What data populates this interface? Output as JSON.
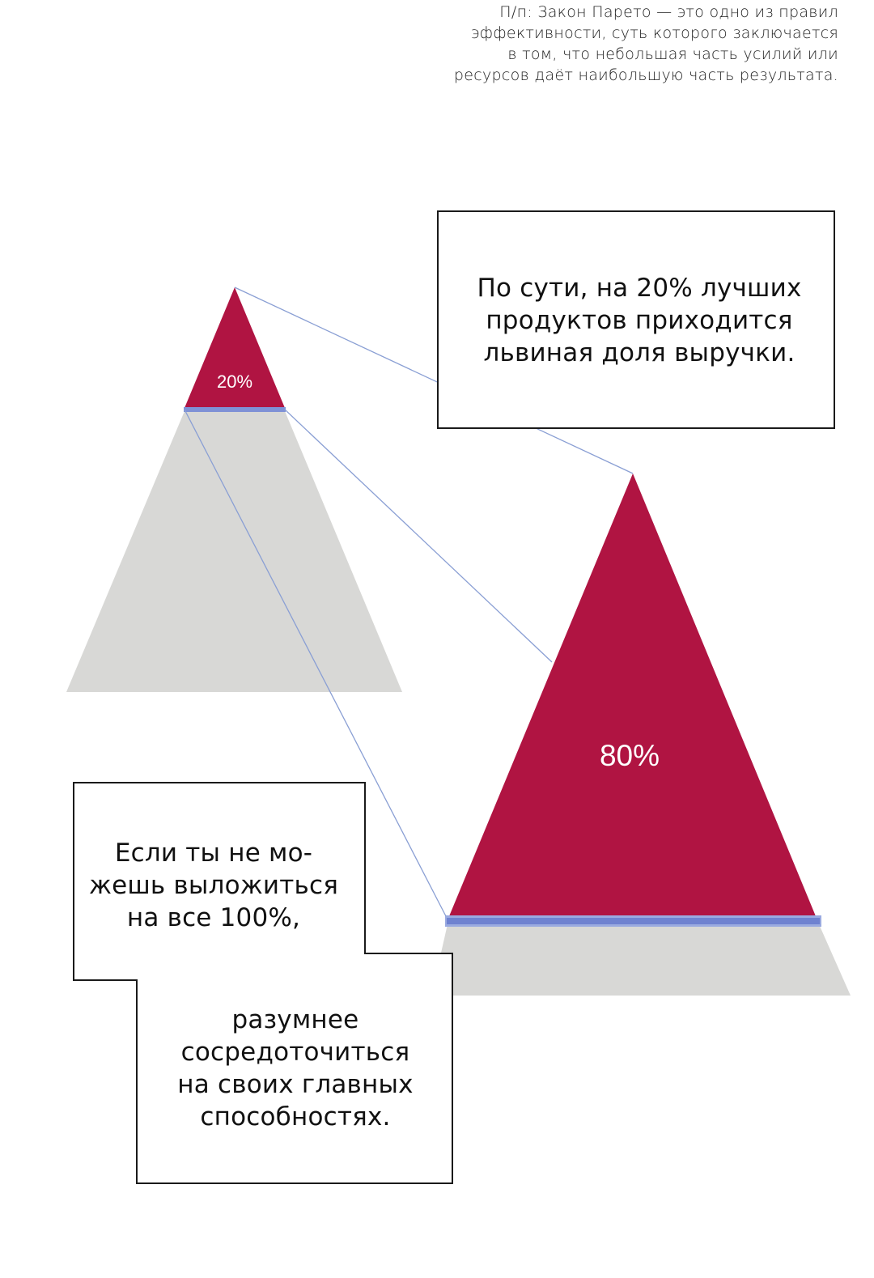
{
  "translator_note": {
    "lines": [
      "П/п: Закон Парето — это одно из правил",
      "эффективности, суть которого заключается",
      "в том, что небольшая часть усилий или",
      "ресурсов даёт наибольшую часть результата."
    ]
  },
  "diagram": {
    "small_pyramid_label": "20%",
    "large_pyramid_label": "80%",
    "colors": {
      "highlight": "#b01442",
      "base": "#d8d8d6",
      "connector": "#8a9fd4",
      "band": "#7f91d6"
    }
  },
  "speech_top": {
    "lines": [
      "По сути, на 20% лучших",
      "продуктов приходится",
      "львиная доля выручки."
    ]
  },
  "speech_left": {
    "part1": [
      "Если ты не мо-",
      "жешь выложиться",
      "на все 100%,"
    ],
    "part2": [
      "разумнее",
      "сосредоточиться",
      "на своих главных",
      "способностях."
    ]
  }
}
